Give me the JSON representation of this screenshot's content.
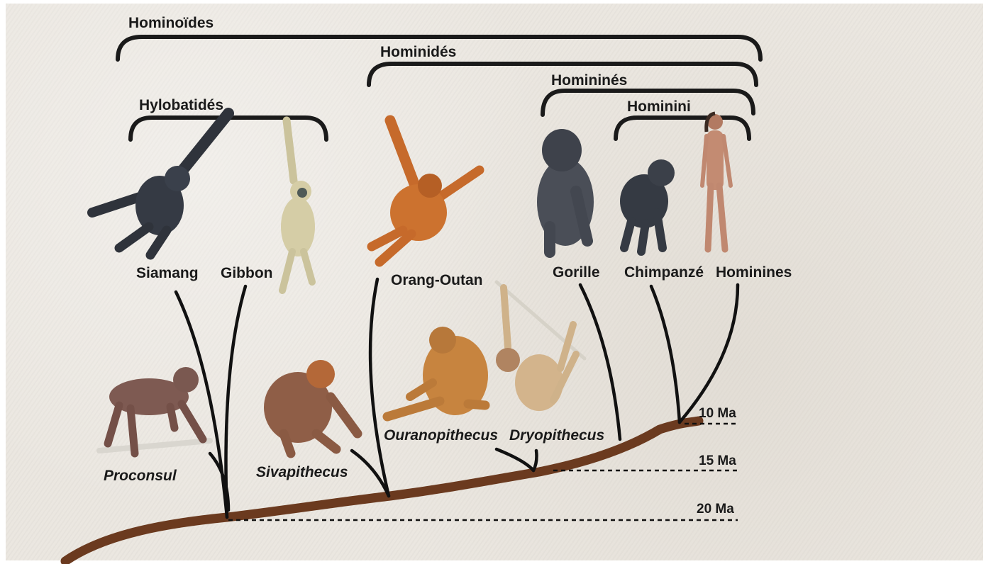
{
  "groups": {
    "hominoides": "Hominoïdes",
    "hominides": "Hominidés",
    "homines": "Homininés",
    "hominini": "Hominini",
    "hylobatides": "Hylobatidés"
  },
  "living": {
    "siamang": "Siamang",
    "gibbon": "Gibbon",
    "orang_outan": "Orang-Outan",
    "gorille": "Gorille",
    "chimpanze": "Chimpanzé",
    "hominines": "Hominines"
  },
  "fossils": {
    "proconsul": "Proconsul",
    "sivapithecus": "Sivapithecus",
    "ouranopithecus": "Ouranopithecus",
    "dryopithecus": "Dryopithecus"
  },
  "time_markers": {
    "ma10": "10 Ma",
    "ma15": "15 Ma",
    "ma20": "20 Ma"
  },
  "colors": {
    "trunk": "#6b3a1f",
    "paper": "#ebe7e0"
  }
}
